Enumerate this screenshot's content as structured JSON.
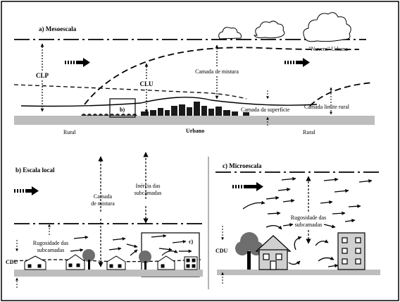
{
  "panel_a": {
    "title": "a)  Mesoescala",
    "clp": "CLP",
    "clu": "CLU",
    "nuvem": "\"Nuvem\" Urbana",
    "camada_mistura": "Camada de mistura",
    "camada_superficie": "Camada da superfície",
    "camada_limite_rural": "Camada limite rural",
    "box_b": "b)",
    "rural_left": "Rural",
    "urbano": "Urbano",
    "rural_right": "Rural"
  },
  "panel_b": {
    "title": "b)  Escala local",
    "camada_mistura_1": "Camada",
    "camada_mistura_2": "de mistura",
    "inercia_1": "Inércia das",
    "inercia_2": "subcamadas",
    "rugosidade_1": "Rugosidade das",
    "rugosidade_2": "subcamadas",
    "box_c": "c)",
    "cdu": "CDU"
  },
  "panel_c": {
    "title": "c)  Microescala",
    "rugosidade_1": "Rugosidade das",
    "rugosidade_2": "subcamadas",
    "cdu": "CDU"
  },
  "colors": {
    "ground": "#bdbdbd",
    "building": "#1a1a1a",
    "tree": "#6e6e6e",
    "house_fill": "#d0d0d0"
  }
}
